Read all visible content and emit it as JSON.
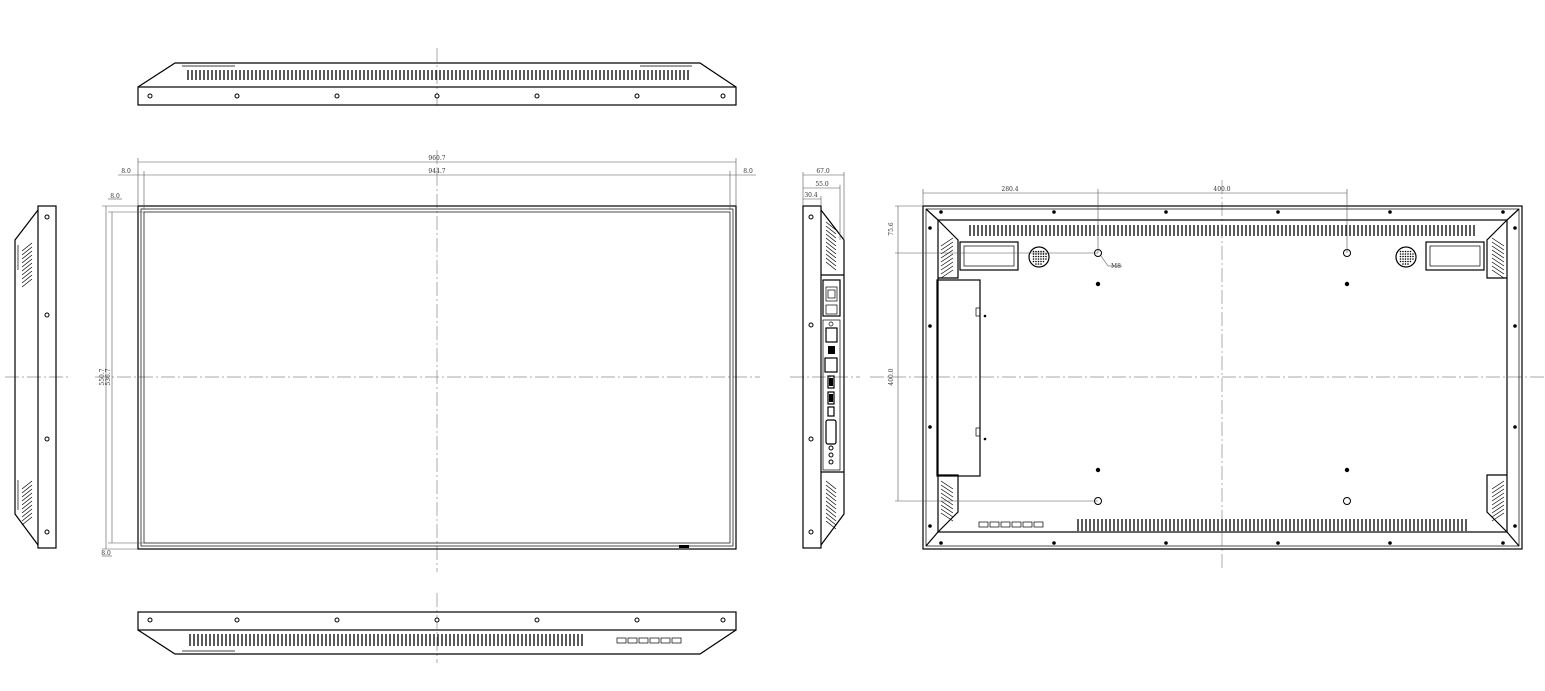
{
  "drawing": {
    "colors": {
      "line": "#000000",
      "centerline": "#8c8c8c",
      "background": "#ffffff"
    },
    "dimensions": {
      "front_overall_width": "960.7",
      "front_active_width": "944.7",
      "front_left_bezel": "8.0",
      "front_right_bezel": "8.0",
      "front_top_bezel": "8.0",
      "front_bottom_bezel": "8.0",
      "front_overall_height": "550.7",
      "front_active_height": "536.7",
      "side_overall_depth": "67.0",
      "side_body_depth": "55.0",
      "side_panel_depth": "30.4",
      "rear_left_offset": "280.4",
      "rear_vesa_width": "400.0",
      "rear_top_offset": "75.6",
      "rear_vesa_height": "400.0",
      "rear_hole_spec": "M8"
    }
  }
}
